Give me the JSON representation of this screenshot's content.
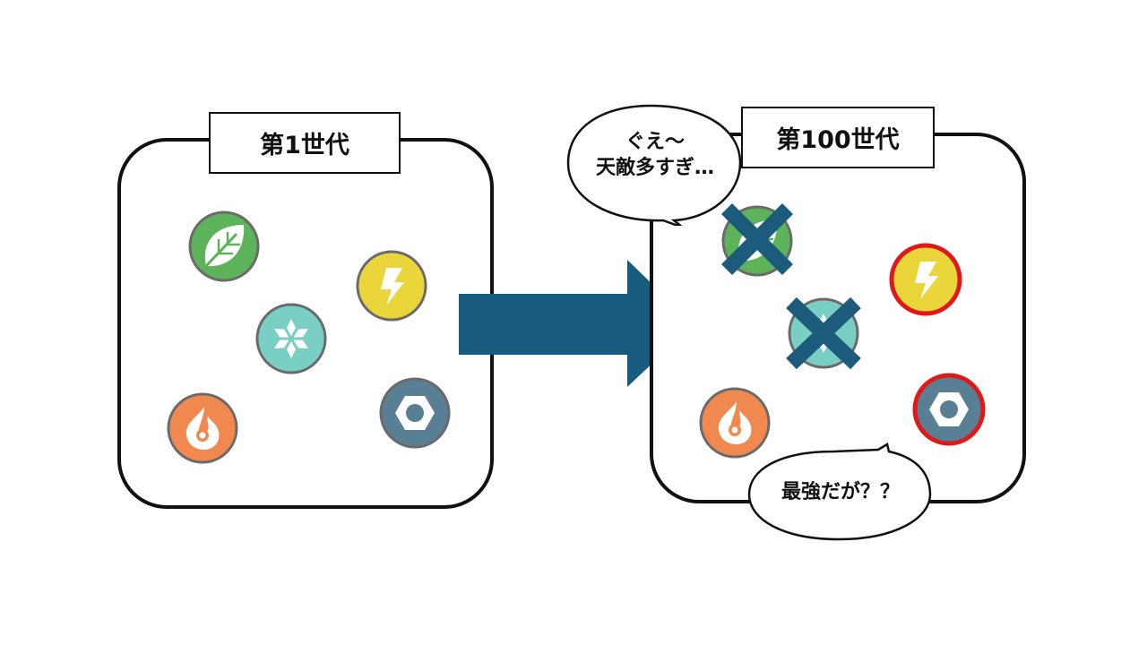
{
  "left_panel": {
    "label": "第1世代",
    "tokens": [
      {
        "type": "grass",
        "icon": "leaf-icon",
        "color": "#5cb35a"
      },
      {
        "type": "electric",
        "icon": "lightning-icon",
        "color": "#ead63a"
      },
      {
        "type": "ice",
        "icon": "snowflake-icon",
        "color": "#79cfc3"
      },
      {
        "type": "fire",
        "icon": "flame-icon",
        "color": "#f0884f"
      },
      {
        "type": "steel",
        "icon": "hex-nut-icon",
        "color": "#587f93"
      }
    ]
  },
  "right_panel": {
    "label": "第100世代",
    "eliminated": [
      "grass",
      "ice"
    ],
    "highlighted": [
      "electric",
      "steel"
    ],
    "highlight_color": "#e01818",
    "cross_color": "#1d5b7d"
  },
  "bubbles": {
    "top_line1": "ぐえ～",
    "top_line2": "天敵多すぎ…",
    "bottom": "最強だが？？"
  },
  "arrow_color": "#175c7e"
}
